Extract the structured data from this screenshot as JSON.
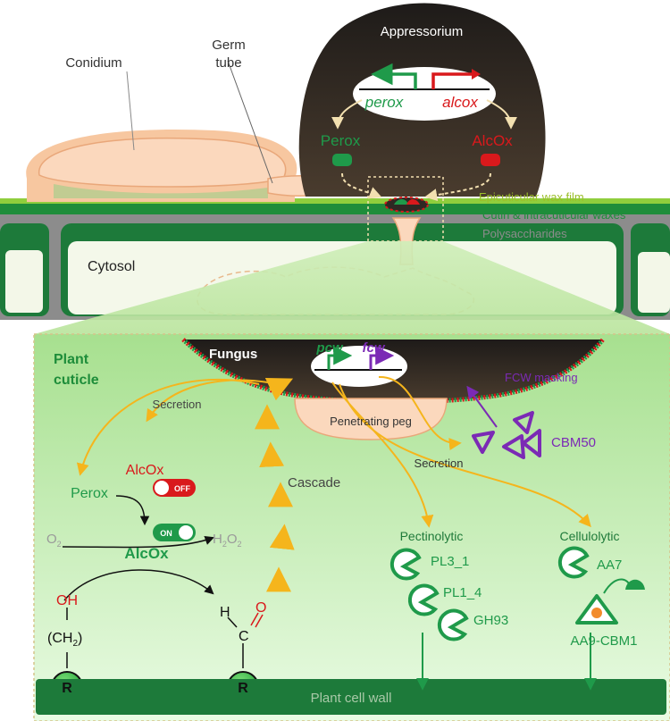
{
  "colors": {
    "green_dark": "#1a7a3a",
    "green_mid": "#2f9e50",
    "green_text": "#1f9a4a",
    "red": "#d9191c",
    "orange": "#f5b51c",
    "purple": "#7b2ab5",
    "appressorium": "#2e2823",
    "peach": "#fbd3b0",
    "grey_text": "#8c8c8c",
    "wax_text": "#9bbf2a"
  },
  "upper": {
    "appressorium": "Appressorium",
    "germ_tube_line1": "Germ",
    "germ_tube_line2": "tube",
    "conidium": "Conidium",
    "gene_perox": "perox",
    "gene_alcox": "alcox",
    "protein_perox": "Perox",
    "protein_alcox": "AlcOx",
    "layer_wax": "Epicuticular wax film",
    "layer_cutin": "Cutin & intracuticular waxes",
    "layer_poly": "Polysaccharides",
    "cytosol": "Cytosol"
  },
  "lower": {
    "plant_cuticle_line1": "Plant",
    "plant_cuticle_line2": "cuticle",
    "fungus": "Fungus",
    "gene_pcw": "pcw",
    "gene_fcw": "fcw",
    "penetrating_peg": "Penetrating peg",
    "secretion_left": "Secretion",
    "secretion_right": "Secretion",
    "fcw_masking": "FCW masking",
    "cbm50": "CBM50",
    "cascade": "Cascade",
    "alcox_off_label": "AlcOx",
    "perox": "Perox",
    "switch_off": "OFF",
    "switch_on": "ON",
    "alcox_on_label": "AlcOx",
    "o2_main": "O",
    "o2_sub": "2",
    "h2o2_h": "H",
    "h2o2_sub1": "2",
    "h2o2_o": "O",
    "h2o2_sub2": "2",
    "oh": "OH",
    "ch2_open": "(CH",
    "ch2_sub": "2",
    "ch2_close": ")",
    "r": "R",
    "ald_h": "H",
    "ald_c": "C",
    "ald_o": "O",
    "pectinolytic": "Pectinolytic",
    "cellulolytic": "Cellulolytic",
    "pl3_1": "PL3_1",
    "pl1_4": "PL1_4",
    "gh93": "GH93",
    "aa7": "AA7",
    "aa9_cbm1": "AA9-CBM1",
    "plant_cell_wall": "Plant cell wall"
  }
}
